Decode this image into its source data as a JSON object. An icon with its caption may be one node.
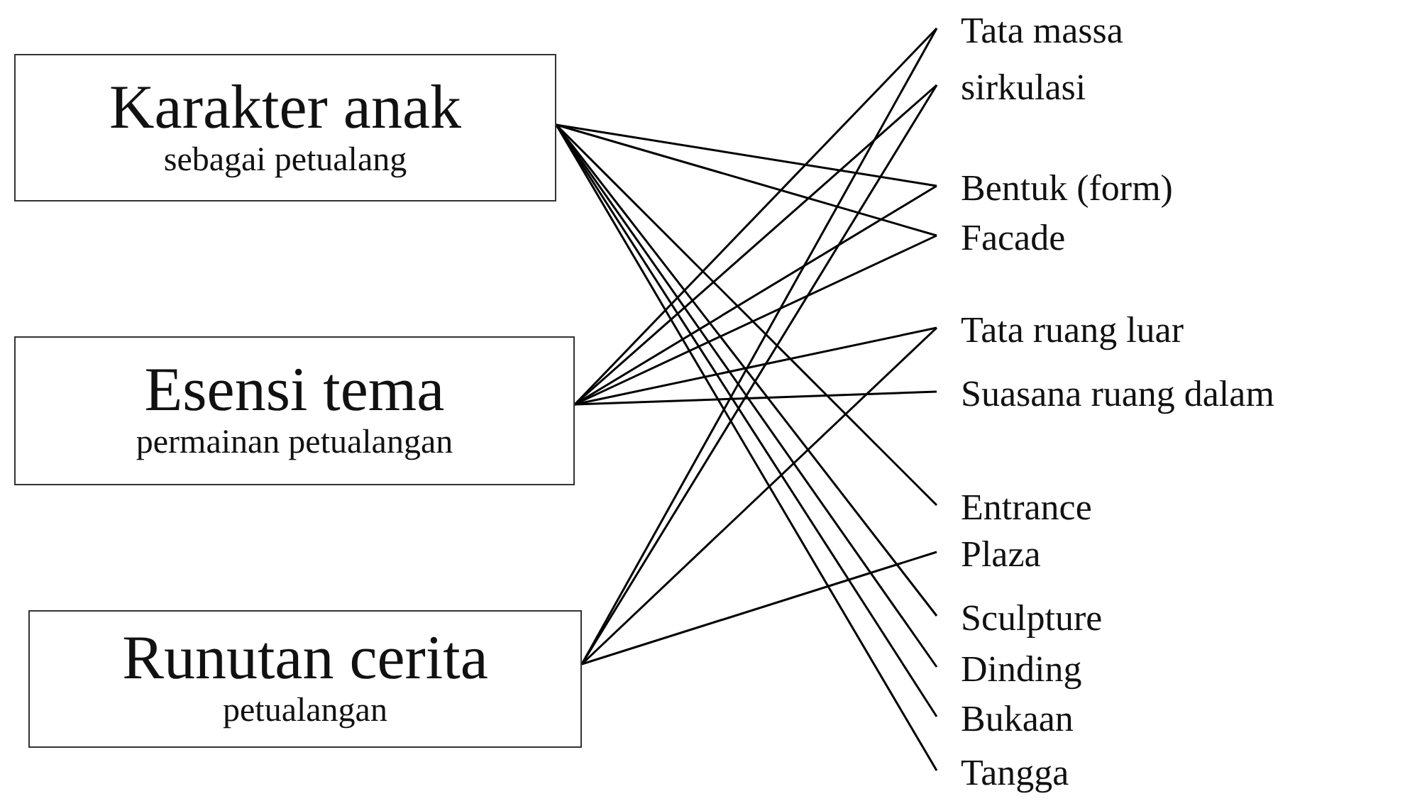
{
  "diagram": {
    "nodes": [
      {
        "text": [
          "Karakter anak",
          "sebagai petualang"
        ]
      },
      {
        "text": [
          "Esensi tema",
          "permainan petualangan"
        ]
      },
      {
        "text": [
          "Runutan cerita",
          "petualangan"
        ]
      },
      {
        "text": [
          "Tata massa"
        ]
      },
      {
        "text": [
          "sirkulasi"
        ]
      },
      {
        "text": [
          "Bentuk (form)"
        ]
      },
      {
        "text": [
          "Facade"
        ]
      },
      {
        "text": [
          "Tata ruang luar"
        ]
      },
      {
        "text": [
          "Suasana ruang dalam"
        ]
      },
      {
        "text": [
          "Entrance"
        ]
      },
      {
        "text": [
          "Plaza"
        ]
      },
      {
        "text": [
          "Sculpture"
        ]
      },
      {
        "text": [
          "Dinding"
        ]
      },
      {
        "text": [
          "Bukaan"
        ]
      },
      {
        "text": [
          "Tangga"
        ]
      }
    ],
    "edges": [
      {
        "from": 0,
        "to": 5,
        "arrow": "none"
      },
      {
        "from": 0,
        "to": 6,
        "arrow": "none"
      },
      {
        "from": 0,
        "to": 9,
        "arrow": "none"
      },
      {
        "from": 0,
        "to": 11,
        "arrow": "none"
      },
      {
        "from": 0,
        "to": 12,
        "arrow": "none"
      },
      {
        "from": 0,
        "to": 13,
        "arrow": "none"
      },
      {
        "from": 0,
        "to": 14,
        "arrow": "none"
      },
      {
        "from": 1,
        "to": 3,
        "arrow": "none"
      },
      {
        "from": 1,
        "to": 4,
        "arrow": "none"
      },
      {
        "from": 1,
        "to": 5,
        "arrow": "none"
      },
      {
        "from": 1,
        "to": 6,
        "arrow": "none"
      },
      {
        "from": 1,
        "to": 7,
        "arrow": "none"
      },
      {
        "from": 1,
        "to": 8,
        "arrow": "none"
      },
      {
        "from": 2,
        "to": 3,
        "arrow": "none"
      },
      {
        "from": 2,
        "to": 4,
        "arrow": "none"
      },
      {
        "from": 2,
        "to": 7,
        "arrow": "none"
      },
      {
        "from": 2,
        "to": 10,
        "arrow": "none"
      }
    ]
  }
}
